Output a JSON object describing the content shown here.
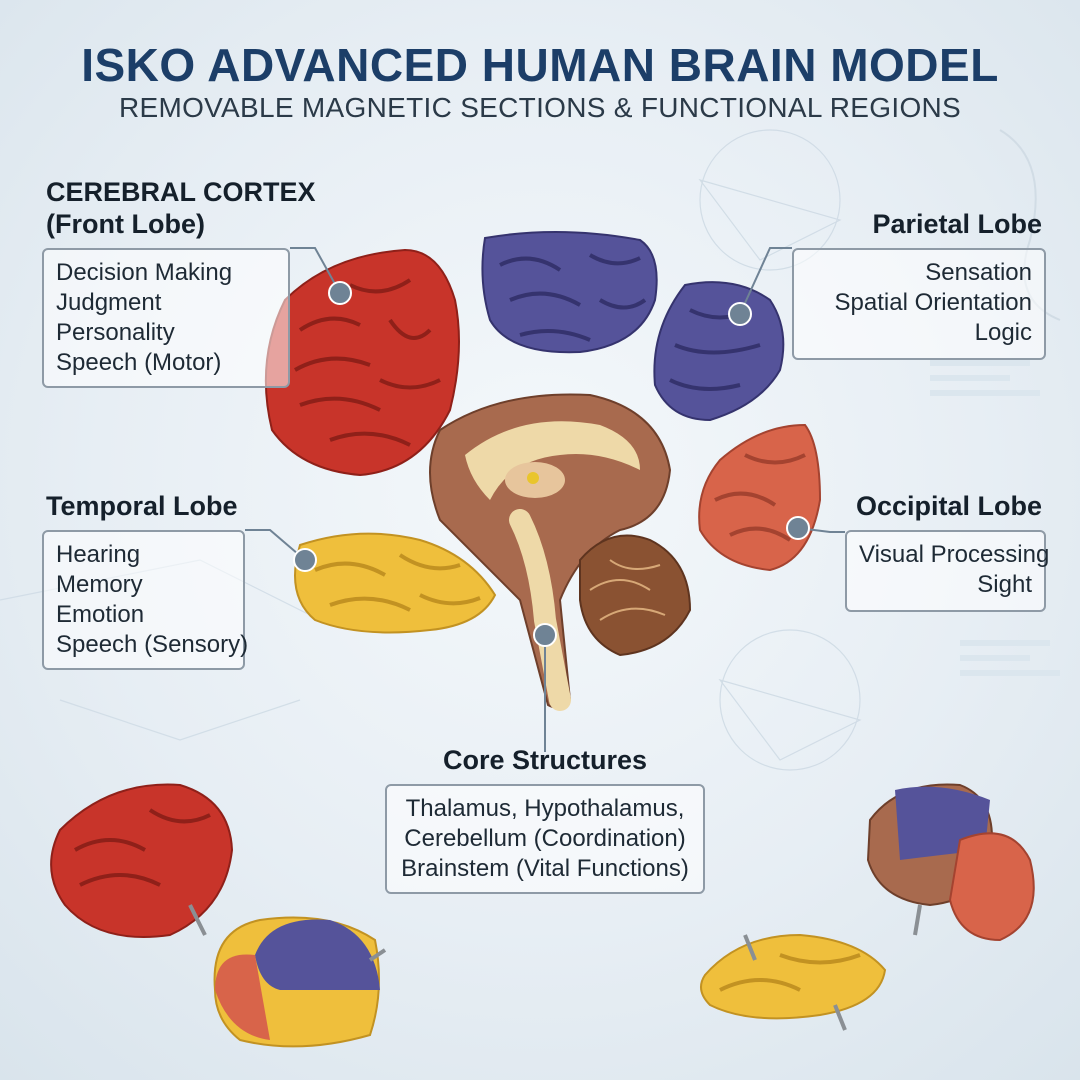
{
  "header": {
    "title": "ISKO ADVANCED HUMAN BRAIN MODEL",
    "subtitle": "REMOVABLE MAGNETIC SECTIONS & FUNCTIONAL REGIONS"
  },
  "regions": {
    "cerebral_cortex": {
      "title_line1": "CEREBRAL CORTEX",
      "title_line2": "(Front Lobe)",
      "items": [
        "Decision Making",
        "Judgment",
        "Personality",
        "Speech (Motor)"
      ]
    },
    "parietal_lobe": {
      "title": "Parietal Lobe",
      "items": [
        "Sensation",
        "Spatial Orientation",
        "Logic"
      ]
    },
    "temporal_lobe": {
      "title": "Temporal Lobe",
      "items": [
        "Hearing",
        "Memory",
        "Emotion",
        "Speech (Sensory)"
      ]
    },
    "occipital_lobe": {
      "title": "Occipital Lobe",
      "items": [
        "Visual Processing",
        "Sight"
      ]
    },
    "core_structures": {
      "title": "Core Structures",
      "items": [
        "Thalamus, Hypothalamus,",
        "Cerebellum (Coordination)",
        "Brainstem (Vital Functions)"
      ]
    }
  },
  "colors": {
    "frontal": "#c8342a",
    "parietal": "#55539a",
    "temporal": "#efbf3c",
    "occipital": "#d8644a",
    "core": "#a86a4e",
    "title": "#1c3e68",
    "marker": "#6f8395"
  }
}
